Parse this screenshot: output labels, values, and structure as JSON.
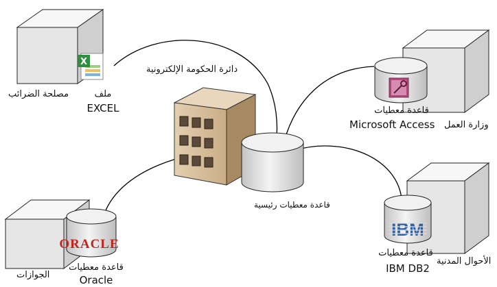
{
  "central": {
    "title": "دائرة الحكومة الإلكترونية",
    "db_label": "قاعدة معطيات رئيسية"
  },
  "tax": {
    "agency": "مصلحة الضرائب",
    "file_line1": "ملف",
    "file_line2": "EXCEL"
  },
  "labor": {
    "agency": "وزارة العمل",
    "db_line1": "قاعدة معطيات",
    "db_line2": "Microsoft Access"
  },
  "passports": {
    "agency": "الجوازات",
    "db_line1": "قاعدة معطيات",
    "db_line2": "Oracle",
    "logo": "ORACLE"
  },
  "civil": {
    "agency": "الأحوال المدنية",
    "db_line1": "قاعدة معطيات",
    "db_line2": "IBM DB2",
    "logo": "IBM"
  },
  "colors": {
    "box_face": "#e9e9e9",
    "db_body": "#dcdcdc",
    "building": "#c9ad86",
    "oracle_red": "#c8221a",
    "ibm_blue": "#2c5fa8",
    "access_pink": "#b0487a"
  },
  "icons": [
    "excel-file-icon",
    "access-key-icon",
    "oracle-logo",
    "ibm-logo",
    "building-icon"
  ]
}
